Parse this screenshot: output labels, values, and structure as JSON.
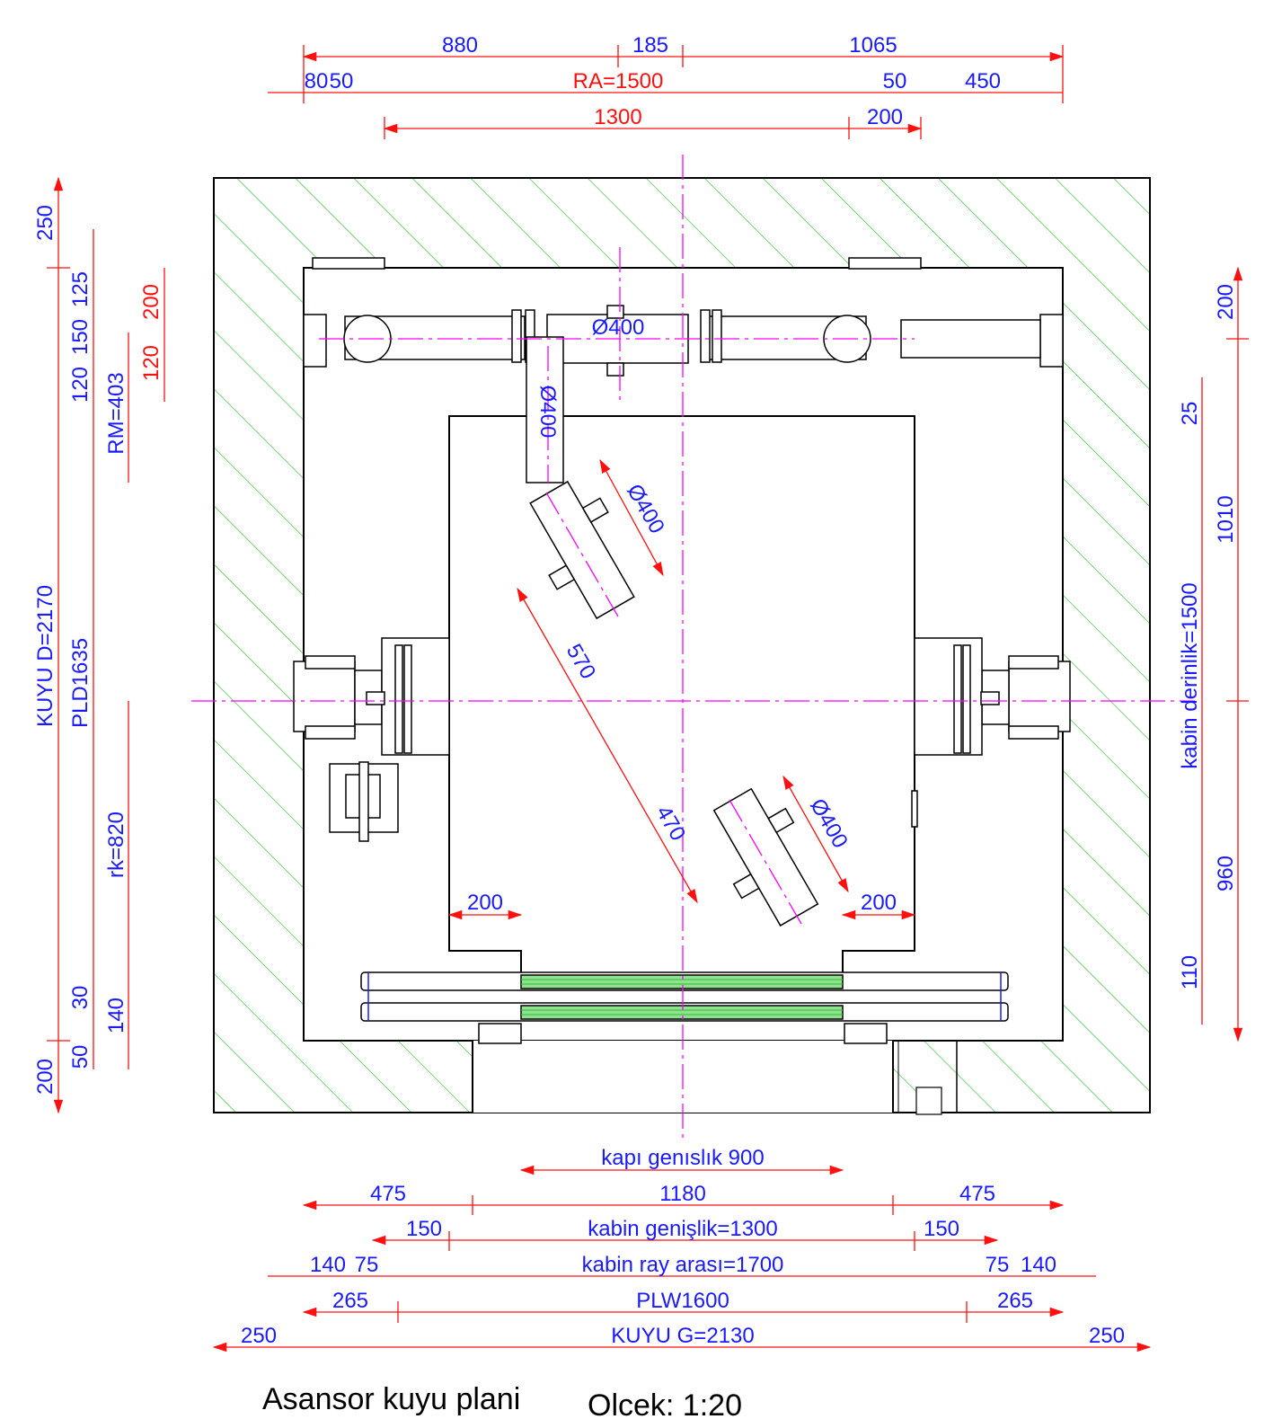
{
  "title": "Asansor kuyu plani",
  "scale": "Olcek: 1:20",
  "colors": {
    "dimension_text": "#1a1aff",
    "dimension_line": "#ff1010",
    "hatch": "#2fbf2f",
    "axis": "#ff00ff",
    "door_panel": "#33cc33",
    "outline": "#000000"
  },
  "top_dims": {
    "row1": [
      "880",
      "185",
      "1065"
    ],
    "row2": {
      "a": "80",
      "b": "50",
      "ra": "RA=1500",
      "c": "50",
      "d": "450"
    },
    "row3": [
      "1300",
      "200"
    ]
  },
  "left_dims": {
    "outer": [
      "250",
      "KUYU D=2170",
      "200"
    ],
    "mid": [
      "125",
      "150",
      "120",
      "PLD1635",
      "30",
      "50"
    ],
    "rm": "RM=403",
    "red": [
      "200",
      "120"
    ],
    "inner": [
      "rk=820",
      "140"
    ]
  },
  "right_dims": [
    "200",
    "25",
    "1010",
    "kabin derinlik=1500",
    "960",
    "110"
  ],
  "inner_labels": {
    "sheave_top": "Ø400",
    "sheave_vert": "Ø400",
    "sheave_a": "Ø400",
    "sheave_b": "Ø400",
    "d570": "570",
    "d470": "470",
    "left200": "200",
    "right200": "200"
  },
  "bottom_dims": {
    "door": "kapı genıslık 900",
    "row1": [
      "475",
      "1180",
      "475"
    ],
    "row2": [
      "150",
      "kabin genişlik=1300",
      "150"
    ],
    "row3": {
      "a": "140",
      "b": "75",
      "mid": "kabin  ray arası=1700",
      "c": "75",
      "d": "140"
    },
    "row4": [
      "265",
      "PLW1600",
      "265"
    ],
    "row5": [
      "250",
      "KUYU G=2130",
      "250"
    ]
  }
}
